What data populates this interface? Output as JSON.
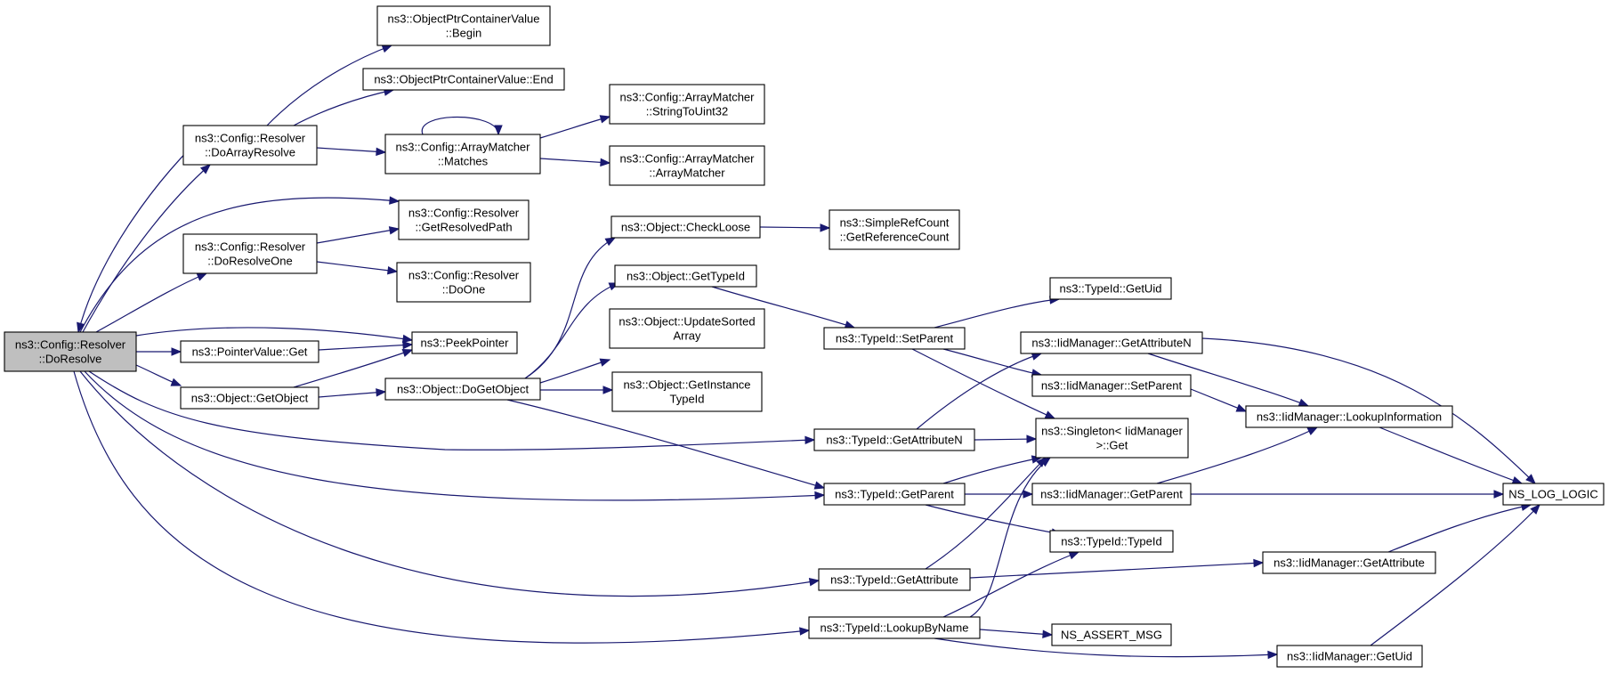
{
  "diagram": {
    "type": "call-graph",
    "colors": {
      "edge": "#191970",
      "root_fill": "#bfbfbf",
      "node_fill": "#ffffff",
      "node_border": "#000000"
    },
    "root": "resolver-doresolve",
    "nodes": [
      {
        "id": "resolver-doresolve",
        "lines": [
          "ns3::Config::Resolver",
          "::DoResolve"
        ]
      },
      {
        "id": "resolver-doarrayresolve",
        "lines": [
          "ns3::Config::Resolver",
          "::DoArrayResolve"
        ]
      },
      {
        "id": "resolver-getresolvedpath",
        "lines": [
          "ns3::Config::Resolver",
          "::GetResolvedPath"
        ]
      },
      {
        "id": "resolver-doresolveone",
        "lines": [
          "ns3::Config::Resolver",
          "::DoResolveOne"
        ]
      },
      {
        "id": "pointervalue-get",
        "lines": [
          "ns3::PointerValue::Get"
        ]
      },
      {
        "id": "peekpointer",
        "lines": [
          "ns3::PeekPointer"
        ]
      },
      {
        "id": "object-getobject",
        "lines": [
          "ns3::Object::GetObject"
        ]
      },
      {
        "id": "objptrcontainer-begin",
        "lines": [
          "ns3::ObjectPtrContainerValue",
          "::Begin"
        ]
      },
      {
        "id": "objptrcontainer-end",
        "lines": [
          "ns3::ObjectPtrContainerValue::End"
        ]
      },
      {
        "id": "arraymatcher-matches",
        "lines": [
          "ns3::Config::ArrayMatcher",
          "::Matches"
        ]
      },
      {
        "id": "resolver-doone",
        "lines": [
          "ns3::Config::Resolver",
          "::DoOne"
        ]
      },
      {
        "id": "object-dogetobject",
        "lines": [
          "ns3::Object::DoGetObject"
        ]
      },
      {
        "id": "arraymatcher-stringtouint32",
        "lines": [
          "ns3::Config::ArrayMatcher",
          "::StringToUint32"
        ]
      },
      {
        "id": "arraymatcher-arraymatcher",
        "lines": [
          "ns3::Config::ArrayMatcher",
          "::ArrayMatcher"
        ]
      },
      {
        "id": "object-checkloose",
        "lines": [
          "ns3::Object::CheckLoose"
        ]
      },
      {
        "id": "object-gettypeid",
        "lines": [
          "ns3::Object::GetTypeId"
        ]
      },
      {
        "id": "object-updatesortedarray",
        "lines": [
          "ns3::Object::UpdateSorted",
          "Array"
        ]
      },
      {
        "id": "object-getinstancetypeid",
        "lines": [
          "ns3::Object::GetInstance",
          "TypeId"
        ]
      },
      {
        "id": "simplerefcount-getreferencecount",
        "lines": [
          "ns3::SimpleRefCount",
          "::GetReferenceCount"
        ]
      },
      {
        "id": "typeid-setparent",
        "lines": [
          "ns3::TypeId::SetParent"
        ]
      },
      {
        "id": "typeid-getattributen",
        "lines": [
          "ns3::TypeId::GetAttributeN"
        ]
      },
      {
        "id": "typeid-getparent",
        "lines": [
          "ns3::TypeId::GetParent"
        ]
      },
      {
        "id": "typeid-getattribute",
        "lines": [
          "ns3::TypeId::GetAttribute"
        ]
      },
      {
        "id": "typeid-lookupbyname",
        "lines": [
          "ns3::TypeId::LookupByName"
        ]
      },
      {
        "id": "typeid-getuid",
        "lines": [
          "ns3::TypeId::GetUid"
        ]
      },
      {
        "id": "iidmanager-getattributen",
        "lines": [
          "ns3::IidManager::GetAttributeN"
        ]
      },
      {
        "id": "iidmanager-setparent",
        "lines": [
          "ns3::IidManager::SetParent"
        ]
      },
      {
        "id": "singleton-get",
        "lines": [
          "ns3::Singleton< IidManager",
          " >::Get"
        ]
      },
      {
        "id": "iidmanager-getparent",
        "lines": [
          "ns3::IidManager::GetParent"
        ]
      },
      {
        "id": "typeid-typeid",
        "lines": [
          "ns3::TypeId::TypeId"
        ]
      },
      {
        "id": "ns-assert-msg",
        "lines": [
          "NS_ASSERT_MSG"
        ]
      },
      {
        "id": "iidmanager-lookupinformation",
        "lines": [
          "ns3::IidManager::LookupInformation"
        ]
      },
      {
        "id": "iidmanager-getattribute",
        "lines": [
          "ns3::IidManager::GetAttribute"
        ]
      },
      {
        "id": "iidmanager-getuid",
        "lines": [
          "ns3::IidManager::GetUid"
        ]
      },
      {
        "id": "ns-log-logic",
        "lines": [
          "NS_LOG_LOGIC"
        ]
      }
    ],
    "edges": [
      {
        "from": "resolver-doresolve",
        "to": "resolver-doarrayresolve"
      },
      {
        "from": "resolver-doresolve",
        "to": "resolver-getresolvedpath"
      },
      {
        "from": "resolver-doresolve",
        "to": "resolver-doresolveone"
      },
      {
        "from": "resolver-doresolve",
        "to": "pointervalue-get"
      },
      {
        "from": "resolver-doresolve",
        "to": "peekpointer"
      },
      {
        "from": "resolver-doresolve",
        "to": "object-getobject"
      },
      {
        "from": "resolver-doresolve",
        "to": "typeid-getattributen"
      },
      {
        "from": "resolver-doresolve",
        "to": "typeid-getparent"
      },
      {
        "from": "resolver-doresolve",
        "to": "typeid-getattribute"
      },
      {
        "from": "resolver-doresolve",
        "to": "typeid-lookupbyname"
      },
      {
        "from": "resolver-doarrayresolve",
        "to": "resolver-doresolve"
      },
      {
        "from": "resolver-doarrayresolve",
        "to": "objptrcontainer-begin"
      },
      {
        "from": "resolver-doarrayresolve",
        "to": "objptrcontainer-end"
      },
      {
        "from": "resolver-doarrayresolve",
        "to": "arraymatcher-matches"
      },
      {
        "from": "arraymatcher-matches",
        "to": "arraymatcher-matches"
      },
      {
        "from": "arraymatcher-matches",
        "to": "arraymatcher-stringtouint32"
      },
      {
        "from": "arraymatcher-matches",
        "to": "arraymatcher-arraymatcher"
      },
      {
        "from": "resolver-doresolveone",
        "to": "resolver-getresolvedpath"
      },
      {
        "from": "resolver-doresolveone",
        "to": "resolver-doone"
      },
      {
        "from": "pointervalue-get",
        "to": "peekpointer"
      },
      {
        "from": "object-getobject",
        "to": "peekpointer"
      },
      {
        "from": "object-getobject",
        "to": "object-dogetobject"
      },
      {
        "from": "object-dogetobject",
        "to": "object-checkloose"
      },
      {
        "from": "object-dogetobject",
        "to": "object-gettypeid"
      },
      {
        "from": "object-dogetobject",
        "to": "object-updatesortedarray"
      },
      {
        "from": "object-dogetobject",
        "to": "object-getinstancetypeid"
      },
      {
        "from": "object-dogetobject",
        "to": "typeid-getparent"
      },
      {
        "from": "object-checkloose",
        "to": "simplerefcount-getreferencecount"
      },
      {
        "from": "object-gettypeid",
        "to": "typeid-setparent"
      },
      {
        "from": "typeid-setparent",
        "to": "typeid-getuid"
      },
      {
        "from": "typeid-setparent",
        "to": "iidmanager-setparent"
      },
      {
        "from": "typeid-setparent",
        "to": "singleton-get"
      },
      {
        "from": "typeid-getattributen",
        "to": "iidmanager-getattributen"
      },
      {
        "from": "typeid-getattributen",
        "to": "singleton-get"
      },
      {
        "from": "typeid-getparent",
        "to": "singleton-get"
      },
      {
        "from": "typeid-getparent",
        "to": "iidmanager-getparent"
      },
      {
        "from": "typeid-getparent",
        "to": "typeid-typeid"
      },
      {
        "from": "typeid-getattribute",
        "to": "singleton-get"
      },
      {
        "from": "typeid-getattribute",
        "to": "iidmanager-getattribute"
      },
      {
        "from": "typeid-lookupbyname",
        "to": "singleton-get"
      },
      {
        "from": "typeid-lookupbyname",
        "to": "typeid-typeid"
      },
      {
        "from": "typeid-lookupbyname",
        "to": "ns-assert-msg"
      },
      {
        "from": "typeid-lookupbyname",
        "to": "iidmanager-getuid"
      },
      {
        "from": "iidmanager-getattributen",
        "to": "iidmanager-lookupinformation"
      },
      {
        "from": "iidmanager-getattributen",
        "to": "ns-log-logic"
      },
      {
        "from": "iidmanager-setparent",
        "to": "iidmanager-lookupinformation"
      },
      {
        "from": "iidmanager-getparent",
        "to": "iidmanager-lookupinformation"
      },
      {
        "from": "iidmanager-getparent",
        "to": "ns-log-logic"
      },
      {
        "from": "iidmanager-lookupinformation",
        "to": "ns-log-logic"
      },
      {
        "from": "iidmanager-getattribute",
        "to": "ns-log-logic"
      },
      {
        "from": "iidmanager-getuid",
        "to": "ns-log-logic"
      }
    ]
  }
}
